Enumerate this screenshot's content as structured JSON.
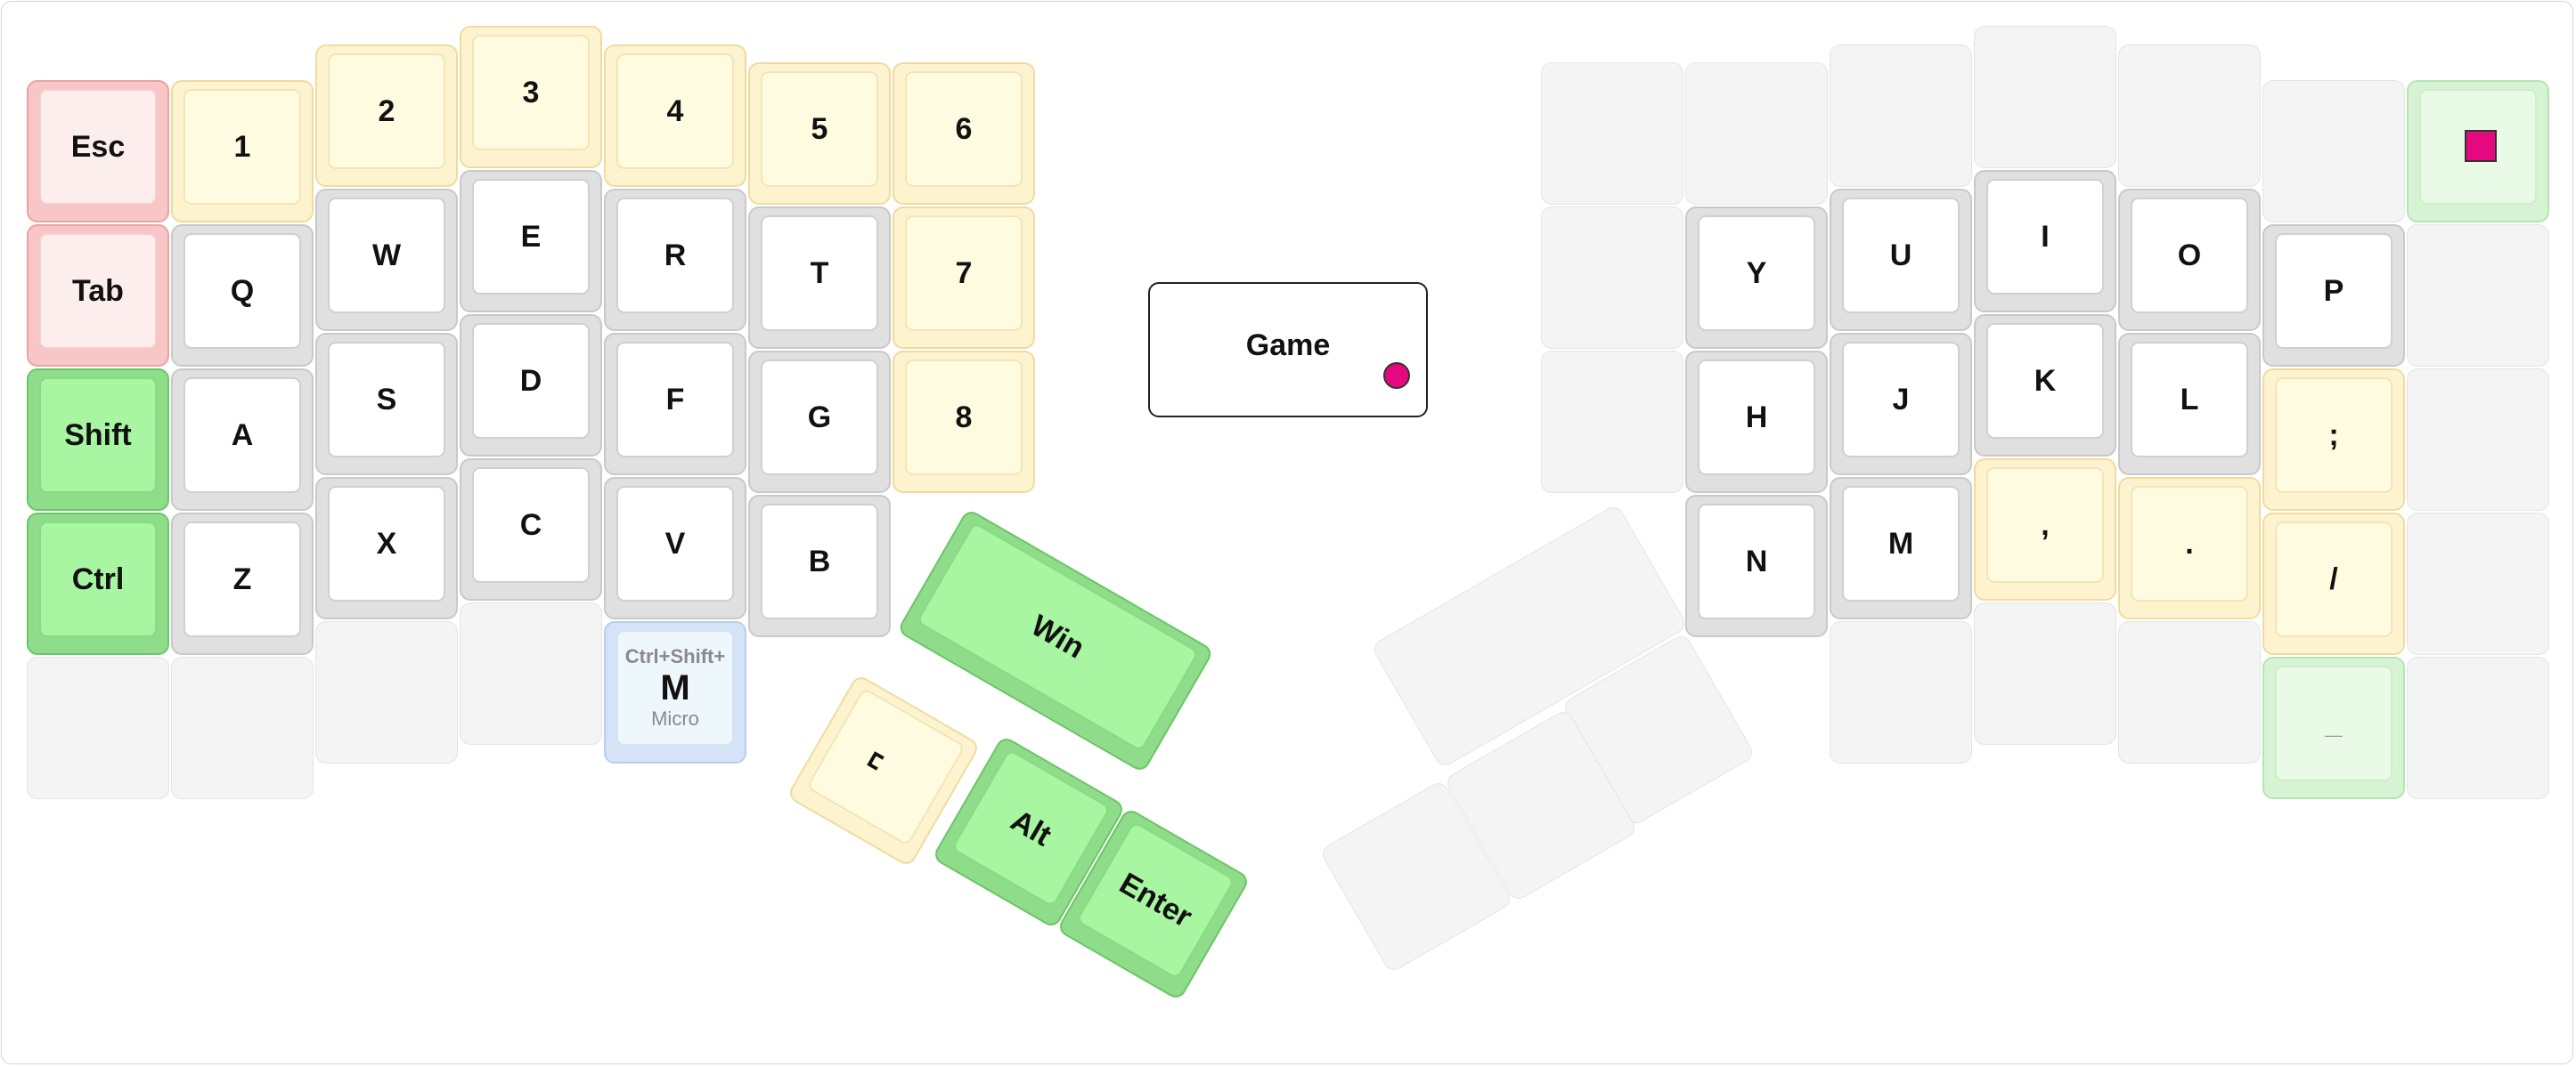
{
  "layer_indicator": {
    "color": "#e4097f"
  },
  "combo": {
    "label": "Game",
    "dot_color": "#e4097f"
  },
  "keys": {
    "esc": "Esc",
    "tab": "Tab",
    "shift": "Shift",
    "ctrl": "Ctrl",
    "n1": "1",
    "n2": "2",
    "n3": "3",
    "n4": "4",
    "n5": "5",
    "n6": "6",
    "n7": "7",
    "n8": "8",
    "q": "Q",
    "w": "W",
    "e": "E",
    "r": "R",
    "t": "T",
    "a": "A",
    "s": "S",
    "d": "D",
    "f": "F",
    "g": "G",
    "z": "Z",
    "x": "X",
    "c": "C",
    "v": "V",
    "b": "B",
    "y": "Y",
    "u": "U",
    "i": "I",
    "o": "O",
    "p": "P",
    "h": "H",
    "j": "J",
    "k": "K",
    "l": "L",
    "semicolon": ";",
    "n": "N",
    "m": "M",
    "comma": ",",
    "period": ".",
    "slash": "/",
    "underscore": "_",
    "win": "Win",
    "alt": "Alt",
    "enter": "Enter",
    "space": "␣",
    "micro": {
      "top": "Ctrl+Shift+",
      "main": "M",
      "bottom": "Micro"
    }
  }
}
